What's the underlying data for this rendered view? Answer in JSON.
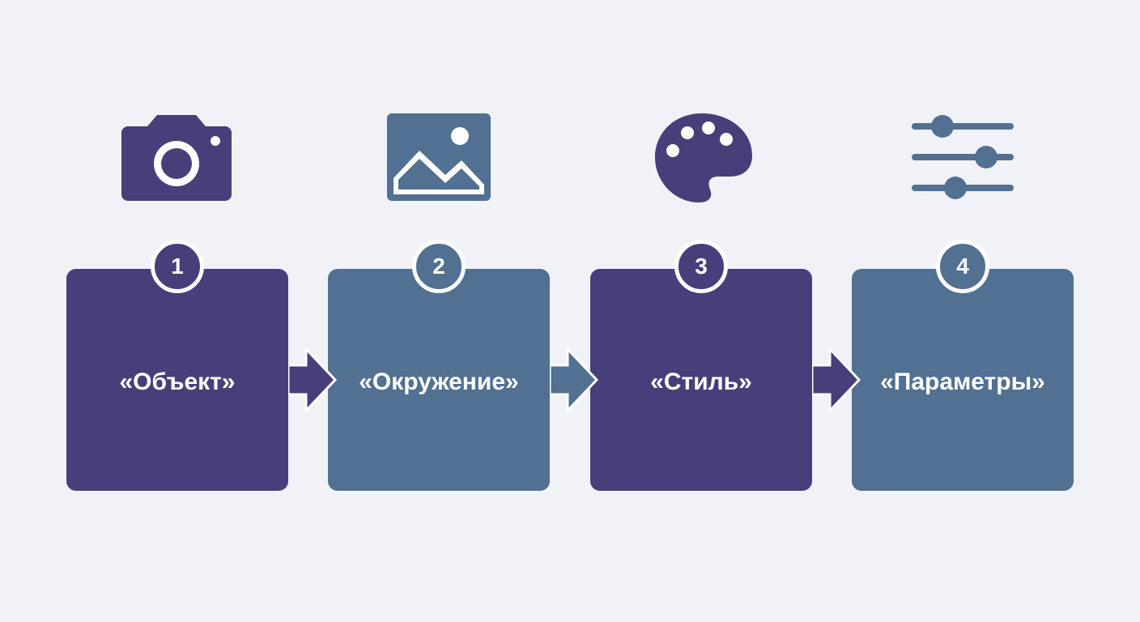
{
  "colors": {
    "background": "#f1f2f7",
    "indigo": "#463f7a",
    "slate_blue": "#517092",
    "white": "#ffffff"
  },
  "steps": [
    {
      "number": "1",
      "label": "«Объект»",
      "icon": "camera-icon",
      "color": "#463f7a"
    },
    {
      "number": "2",
      "label": "«Окружение»",
      "icon": "image-icon",
      "color": "#517092"
    },
    {
      "number": "3",
      "label": "«Стиль»",
      "icon": "palette-icon",
      "color": "#463f7a"
    },
    {
      "number": "4",
      "label": "«Параметры»",
      "icon": "sliders-icon",
      "color": "#517092"
    }
  ]
}
